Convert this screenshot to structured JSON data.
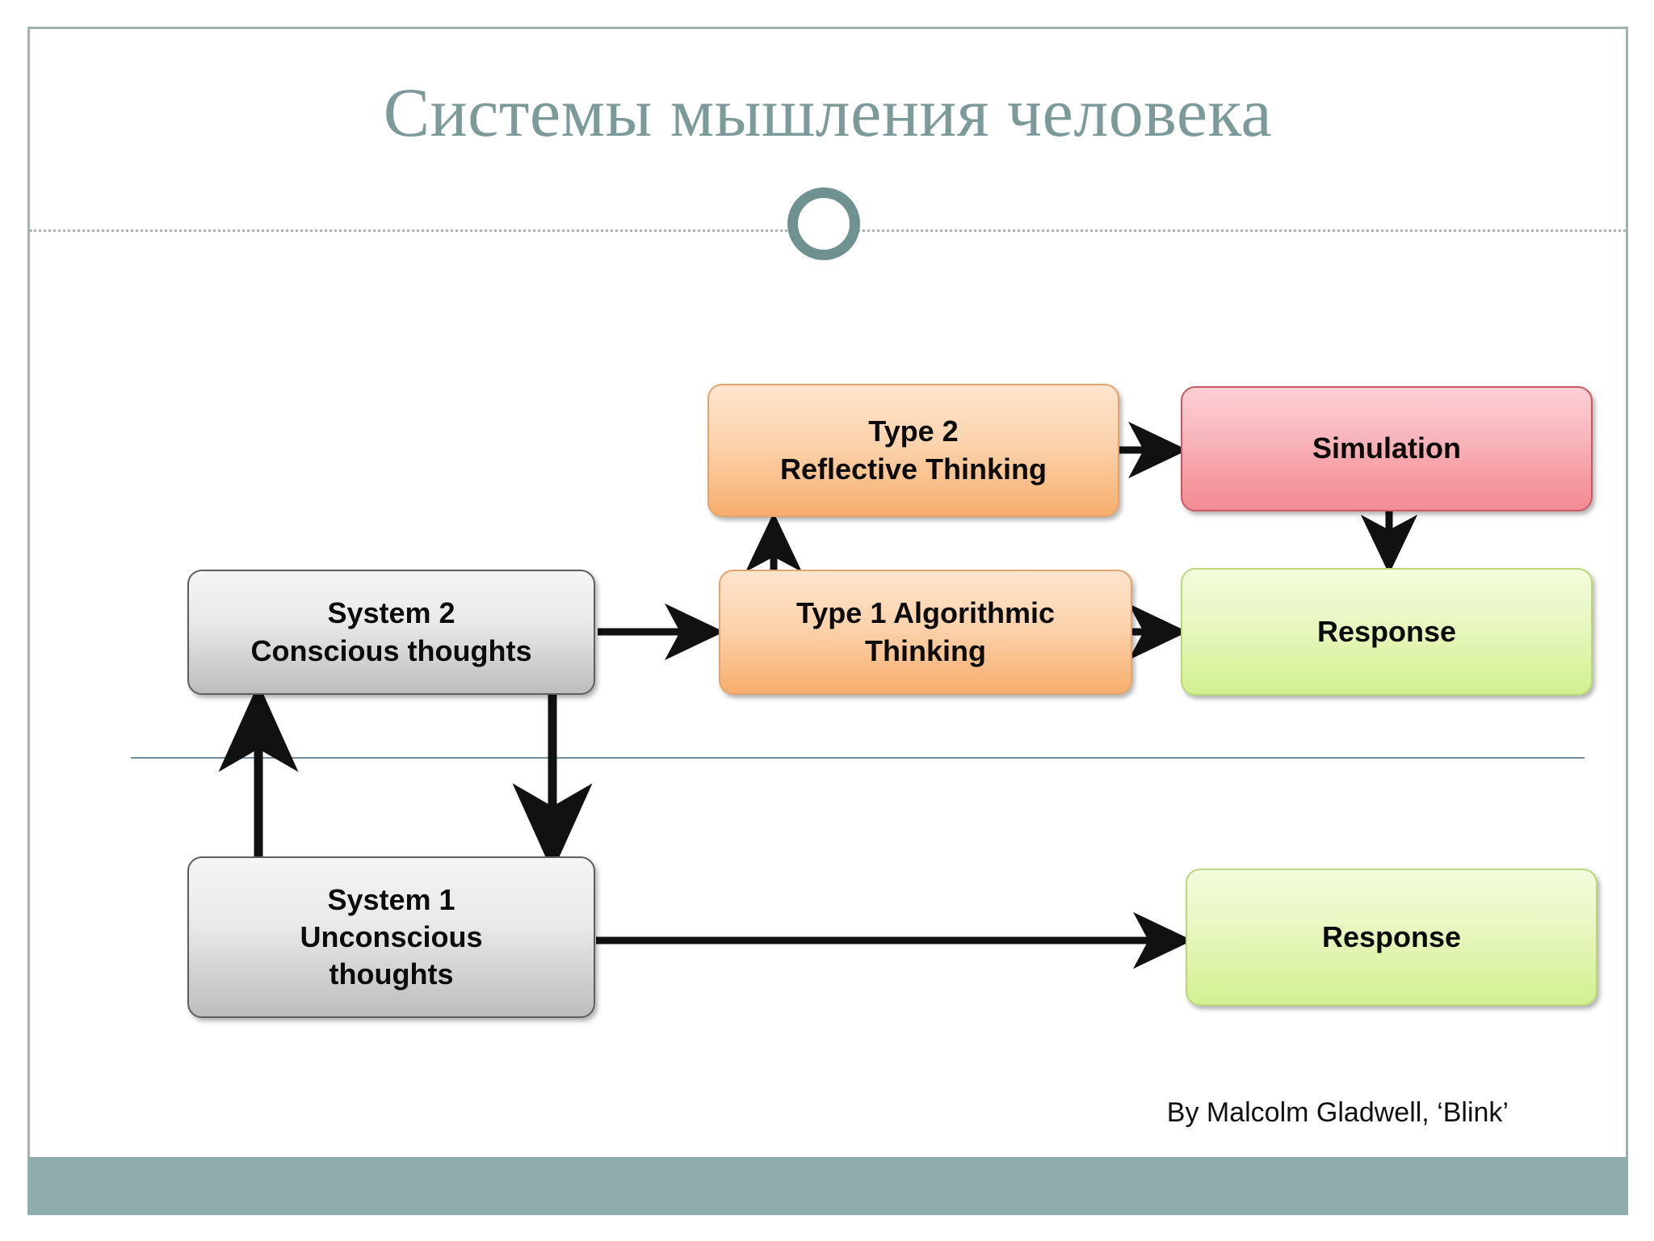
{
  "slide": {
    "title": "Системы мышления человека",
    "credit": "By Malcolm Gladwell, ‘Blink’",
    "accent_color": "#7b9a99",
    "footer_color": "#8fadac",
    "frame_color": "#9fb3b1",
    "divider_color": "#6f8fa3"
  },
  "diagram": {
    "nodes": {
      "system2": {
        "line1": "System 2",
        "line2": "Conscious thoughts",
        "color": "#d2d2d2"
      },
      "system1": {
        "line1": "System 1",
        "line2": "Unconscious",
        "line3": "thoughts",
        "color": "#d2d2d2"
      },
      "type1": {
        "line1": "Type 1 Algorithmic",
        "line2": "Thinking",
        "color": "#f9bd87"
      },
      "type2": {
        "line1": "Type 2",
        "line2": "Reflective Thinking",
        "color": "#f9bd87"
      },
      "simulation": {
        "label": "Simulation",
        "color": "#f59aa0"
      },
      "response_top": {
        "label": "Response",
        "color": "#dcf3a4"
      },
      "response_bottom": {
        "label": "Response",
        "color": "#dcf3a4"
      }
    },
    "edges": [
      {
        "from": "system2",
        "to": "type1",
        "direction": "right"
      },
      {
        "from": "type1",
        "to": "type2",
        "direction": "up"
      },
      {
        "from": "type2",
        "to": "simulation",
        "direction": "right"
      },
      {
        "from": "type1",
        "to": "response_top",
        "direction": "right"
      },
      {
        "from": "simulation",
        "to": "response_top",
        "direction": "down"
      },
      {
        "from": "system1",
        "to": "system2",
        "direction": "up"
      },
      {
        "from": "system2",
        "to": "system1",
        "direction": "down"
      },
      {
        "from": "system1",
        "to": "response_bottom",
        "direction": "right"
      }
    ]
  }
}
